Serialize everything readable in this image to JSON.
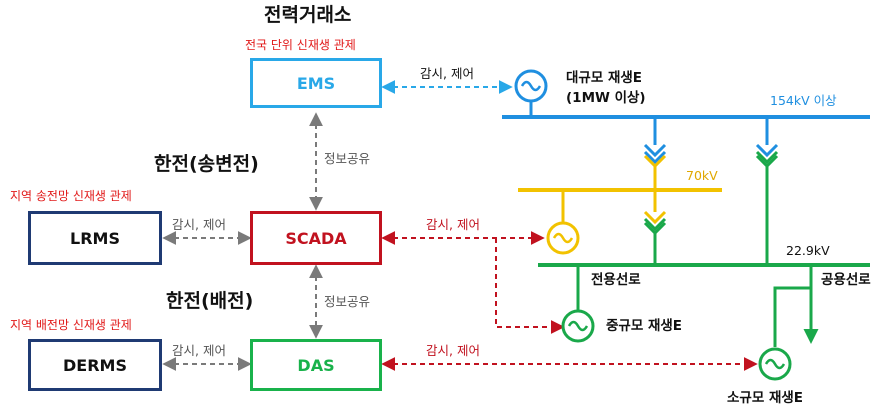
{
  "headings": {
    "exchange": "전력거래소",
    "kepco_trans": "한전(송변전)",
    "kepco_dist": "한전(배전)"
  },
  "roles": {
    "national": "전국 단위 신재생 관제",
    "regional_trans": "지역 송전망 신재생 관제",
    "regional_dist": "지역 배전망 신재생 관제"
  },
  "systems": {
    "ems": "EMS",
    "scada": "SCADA",
    "das": "DAS",
    "lrms": "LRMS",
    "derms": "DERMS"
  },
  "links": {
    "ems_monitor": "감시, 제어",
    "scada_monitor": "감시, 제어",
    "das_monitor": "감시, 제어",
    "lrms_monitor": "감시, 제어",
    "derms_monitor": "감시, 제어",
    "info_share_1": "정보공유",
    "info_share_2": "정보공유"
  },
  "grid": {
    "large_gen_line1": "대규모 재생E",
    "large_gen_line2": "(1MW 이상)",
    "mid_gen": "중규모 재생E",
    "small_gen": "소규모 재생E",
    "dedicated_line": "전용선로",
    "shared_line": "공용선로",
    "v154": "154kV 이상",
    "v70": "70kV",
    "v22": "22.9kV"
  },
  "colors": {
    "ems": "#29a8e8",
    "scada": "#c1121f",
    "das": "#19b24b",
    "regional": "#1f3a73",
    "bus154": "#1f8fe0",
    "bus70": "#f2c200",
    "bus22": "#1aa84a",
    "control_red": "#e11919"
  }
}
